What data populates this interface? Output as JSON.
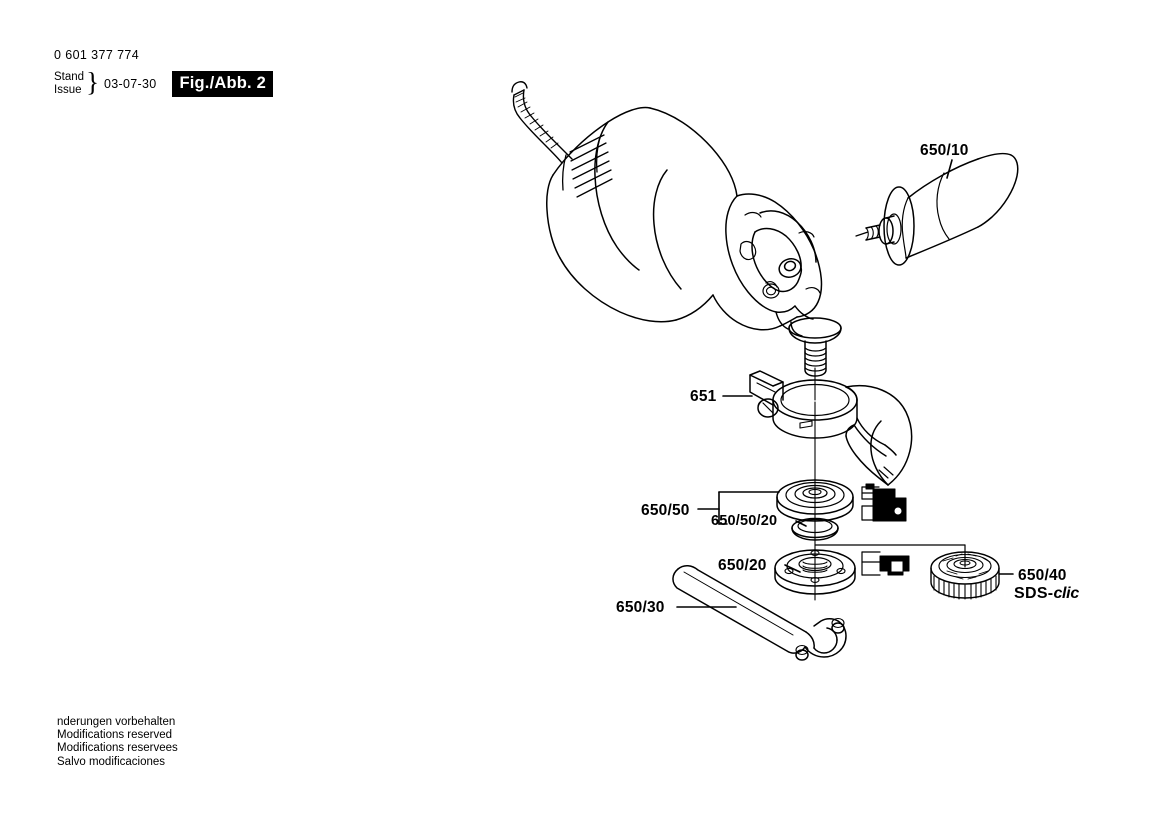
{
  "header": {
    "order_number": "0 601 377 774",
    "stand_label": "Stand",
    "issue_label": "Issue",
    "brace": "}",
    "date": "03-07-30",
    "figure_badge": "Fig./Abb. 2"
  },
  "footer": {
    "lines": [
      "nderungen vorbehalten",
      "Modifications reserved",
      "Modifications reservees",
      "Salvo modificaciones"
    ]
  },
  "callouts": [
    {
      "id": "650-10",
      "text": "650/10",
      "part": "auxiliary-side-handle"
    },
    {
      "id": "651",
      "text": "651",
      "part": "wheel-guard"
    },
    {
      "id": "650-50",
      "text": "650/50",
      "part": "backing-flange-assembly"
    },
    {
      "id": "650-50-20",
      "text": "650/50/20",
      "part": "o-ring"
    },
    {
      "id": "650-20",
      "text": "650/20",
      "part": "support-flange"
    },
    {
      "id": "650-30",
      "text": "650/30",
      "part": "two-pin-spanner-wrench"
    },
    {
      "id": "650-40",
      "text": "650/40",
      "part": "sds-clic-quick-clamping-nut"
    }
  ],
  "sds_logo": {
    "prefix": "SDS-",
    "suffix": "clic"
  },
  "colors": {
    "ink": "#000000",
    "paper": "#ffffff",
    "badge_background": "#000000",
    "badge_text": "#ffffff"
  },
  "diagram": {
    "title": "angle-grinder-exploded-accessory-view",
    "parts": [
      "power-cord",
      "motor-housing",
      "ventilation-slots",
      "gear-head",
      "spindle",
      "auxiliary-side-handle",
      "wheel-guard",
      "backing-flange",
      "o-ring",
      "support-flange",
      "sds-clic-nut",
      "spanner-wrench",
      "section-profiles"
    ]
  }
}
